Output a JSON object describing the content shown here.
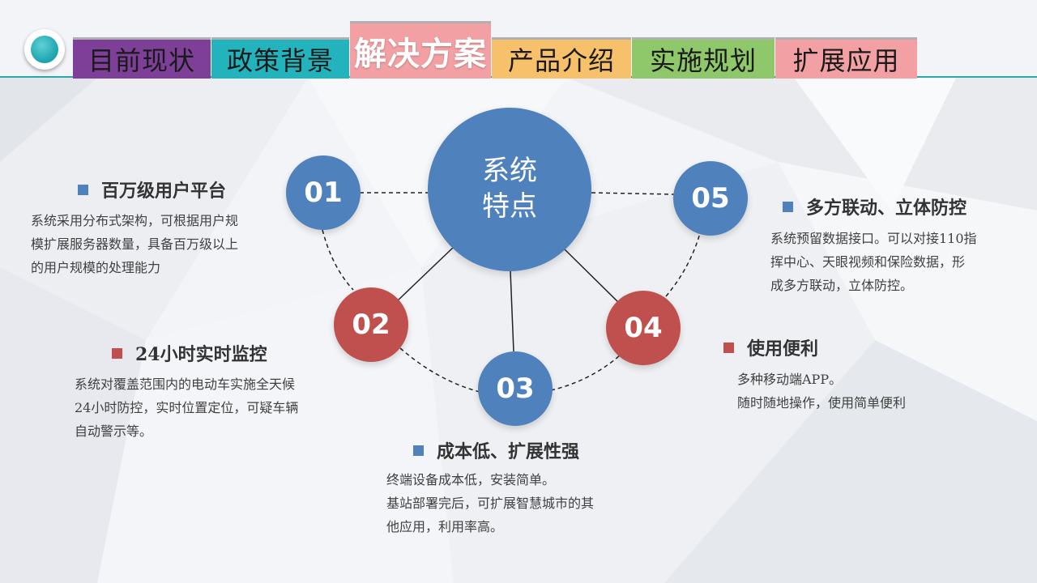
{
  "header": {
    "tabs": [
      {
        "label": "目前现状",
        "color": "#7d3f98",
        "active": false
      },
      {
        "label": "政策背景",
        "color": "#22b3bd",
        "active": false
      },
      {
        "label": "解决方案",
        "color": "#f2a0a3",
        "active": true
      },
      {
        "label": "产品介绍",
        "color": "#f7c06a",
        "active": false
      },
      {
        "label": "实施规划",
        "color": "#8fc86a",
        "active": false
      },
      {
        "label": "扩展应用",
        "color": "#f2a0a3",
        "active": false
      }
    ]
  },
  "center": {
    "line1": "系统",
    "line2": "特点",
    "color": "#4f81bd"
  },
  "nodes": [
    {
      "label": "01",
      "color": "#4f81bd"
    },
    {
      "label": "02",
      "color": "#c0504d"
    },
    {
      "label": "03",
      "color": "#4f81bd"
    },
    {
      "label": "04",
      "color": "#c0504d"
    },
    {
      "label": "05",
      "color": "#4f81bd"
    }
  ],
  "features": [
    {
      "title": "百万级用户平台",
      "bullet_color": "#4f81bd",
      "lines": [
        "系统采用分布式架构，可根据用户规",
        "模扩展服务器数量，具备百万级以上",
        "的用户规模的处理能力"
      ]
    },
    {
      "title": "24小时实时监控",
      "bullet_color": "#c0504d",
      "lines": [
        "系统对覆盖范围内的电动车实施全天候",
        "24小时防控，实时位置定位，可疑车辆",
        "自动警示等。"
      ]
    },
    {
      "title": "成本低、扩展性强",
      "bullet_color": "#4f81bd",
      "lines": [
        "终端设备成本低，安装简单。",
        "基站部署完后，可扩展智慧城市的其",
        "他应用，利用率高。"
      ]
    },
    {
      "title": "使用便利",
      "bullet_color": "#c0504d",
      "lines": [
        "多种移动端APP。",
        "随时随地操作，使用简单便利"
      ]
    },
    {
      "title": "多方联动、立体防控",
      "bullet_color": "#4f81bd",
      "lines": [
        "系统预留数据接口。可以对接110指",
        "挥中心、天眼视频和保险数据，形",
        "成多方联动，立体防控。"
      ]
    }
  ]
}
